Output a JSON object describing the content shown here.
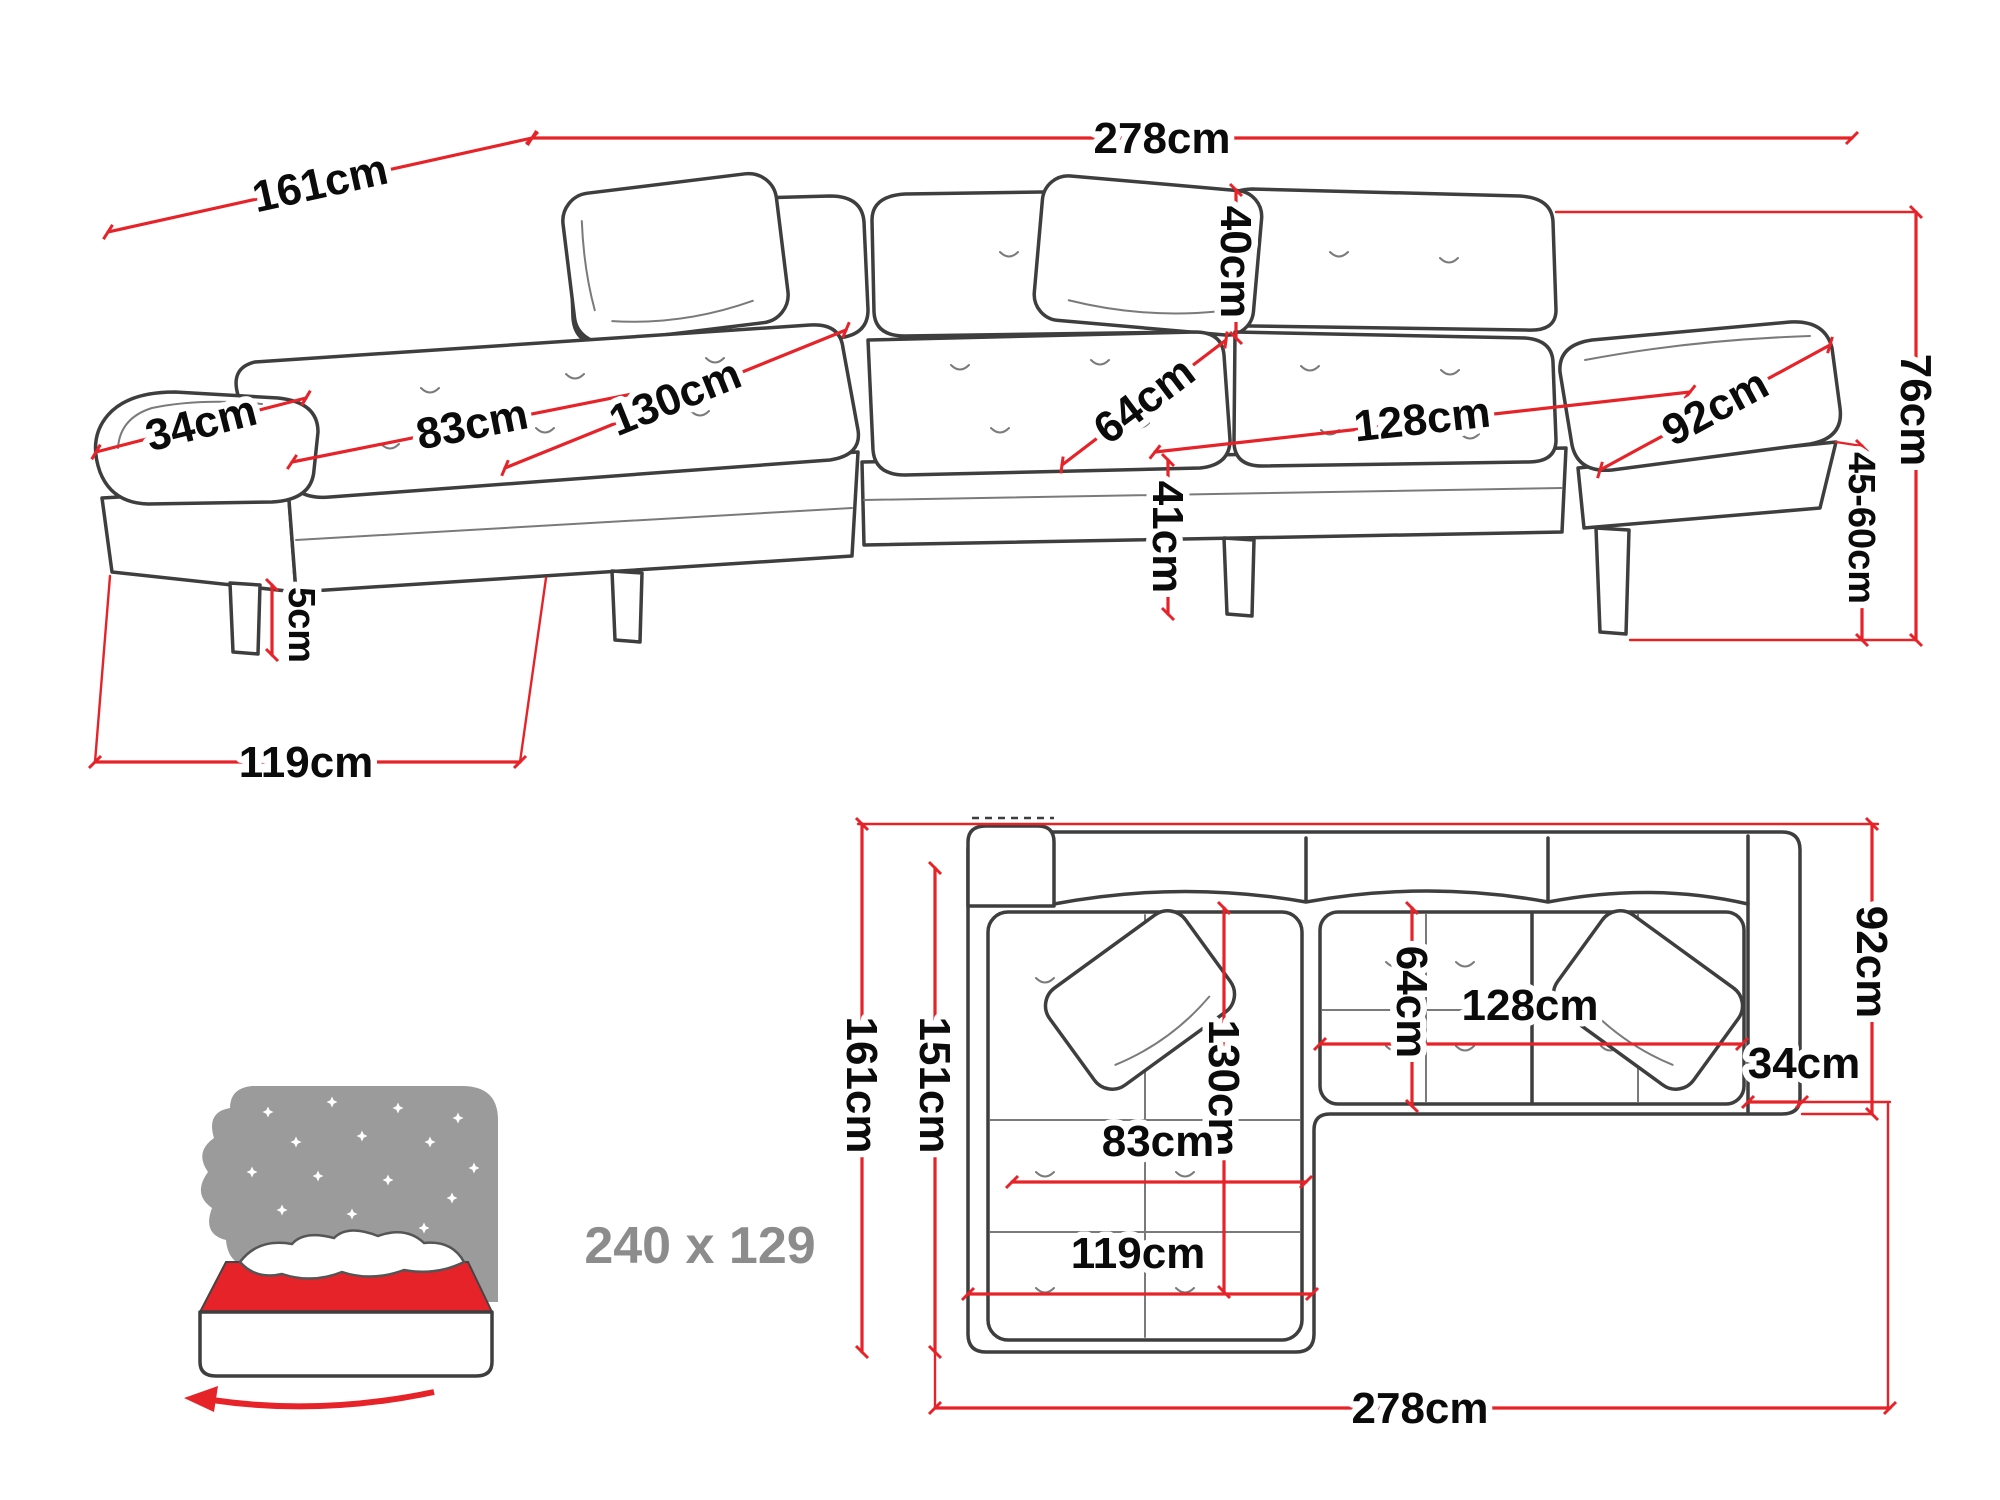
{
  "colors": {
    "dimension_red": "#e62329",
    "outline_gray": "#3e3e3e",
    "label_black": "#0b0b0b",
    "headboard_gray": "#9b9b9b",
    "bed_label_gray": "#8c8c8c"
  },
  "perspective_view": {
    "dims": {
      "total_width": "278cm",
      "total_depth": "161cm",
      "left_armrest_width": "34cm",
      "chaise_cushion_width": "83cm",
      "chaise_cushion_length": "130cm",
      "backrest_cushion_height": "40cm",
      "seat_cushion_depth": "64cm",
      "seat_cushion_width": "128cm",
      "right_armrest_length": "92cm",
      "total_height": "76cm",
      "seat_height_range": "45-60cm",
      "base_height": "41cm",
      "leg_height": "5cm",
      "chaise_section_depth": "119cm"
    }
  },
  "plan_view": {
    "dims": {
      "total_depth": "161cm",
      "inner_depth": "151cm",
      "chaise_cushion_length": "130cm",
      "seat_cushion_depth": "64cm",
      "right_armrest_length": "92cm",
      "seat_cushion_width": "128cm",
      "right_armrest_width": "34cm",
      "chaise_cushion_width": "83cm",
      "chaise_section_width": "119cm",
      "total_width": "278cm"
    }
  },
  "sleeping_area": {
    "dimensions_label": "240 x 129"
  }
}
